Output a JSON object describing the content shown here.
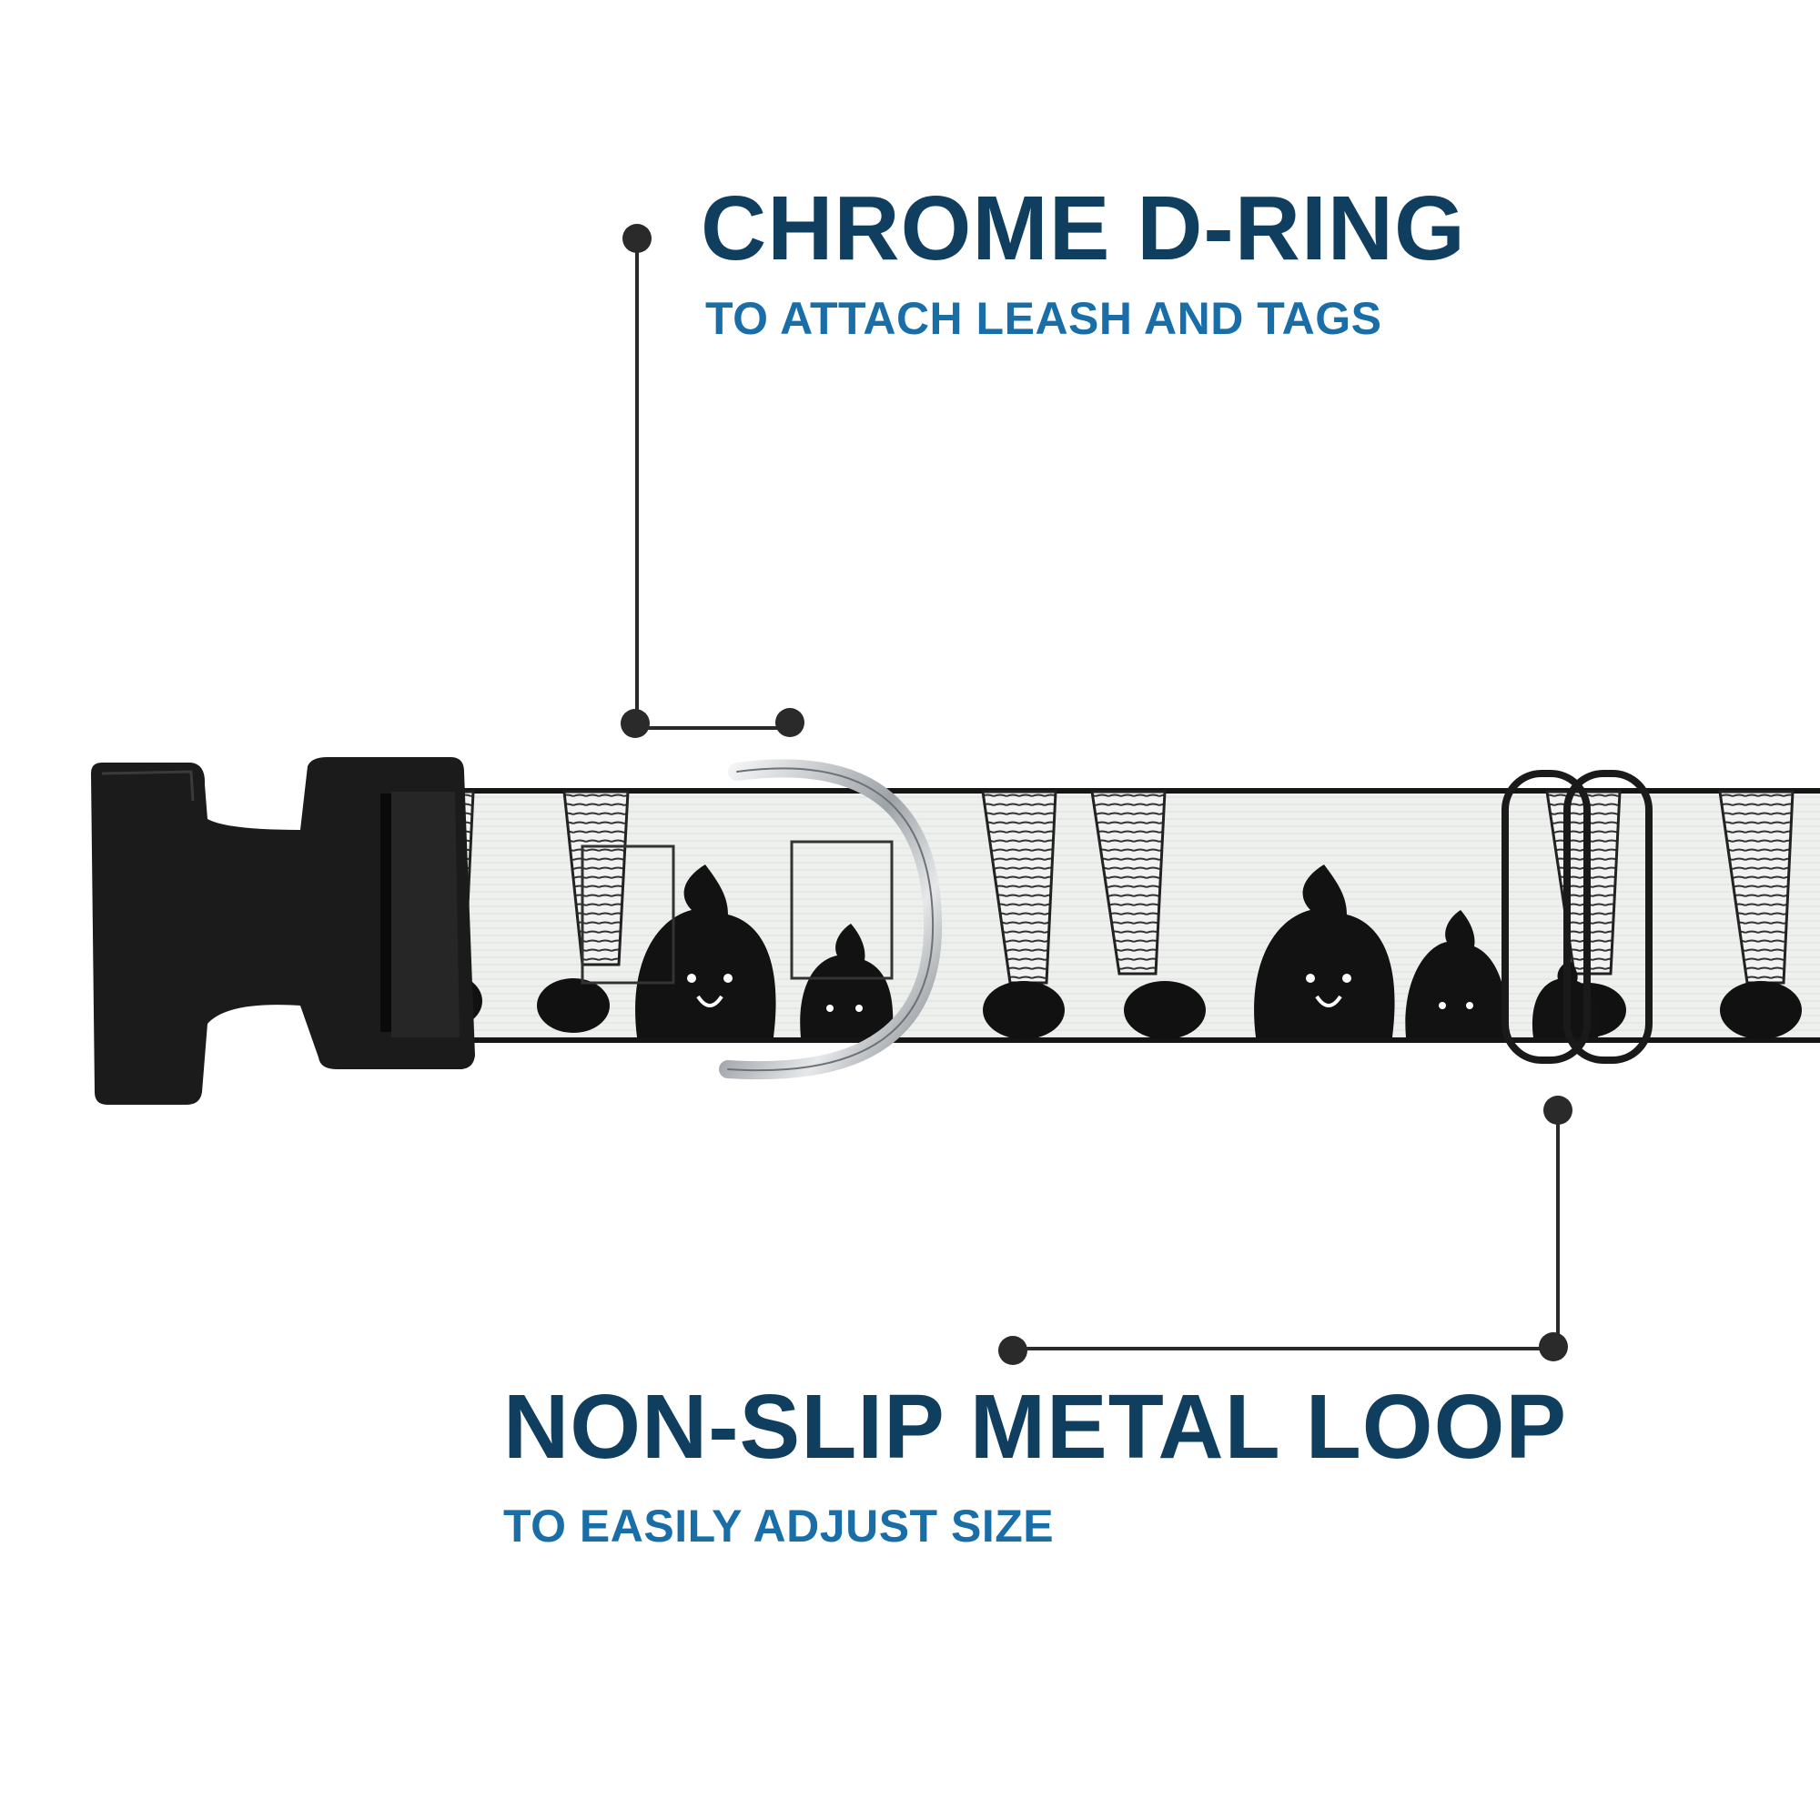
{
  "callouts": [
    {
      "title": "CHROME D-RING",
      "subtitle": "TO ATTACH LEASH AND TAGS"
    },
    {
      "title": "NON-SLIP METAL LOOP",
      "subtitle": "TO EASILY ADJUST SIZE"
    }
  ],
  "colors": {
    "title": "#0f3e5f",
    "subtitle": "#1a6ea8",
    "connector": "#2a2a2a",
    "strap_background": "#eef0ee",
    "pattern_ink": "#111111",
    "buckle": "#1b1b1b",
    "chrome": "#c9ccd0"
  },
  "icons": [
    "plastic-buckle-icon",
    "d-ring-icon",
    "slide-loop-icon",
    "poop-emoji-icon",
    "dog-leg-icon"
  ]
}
